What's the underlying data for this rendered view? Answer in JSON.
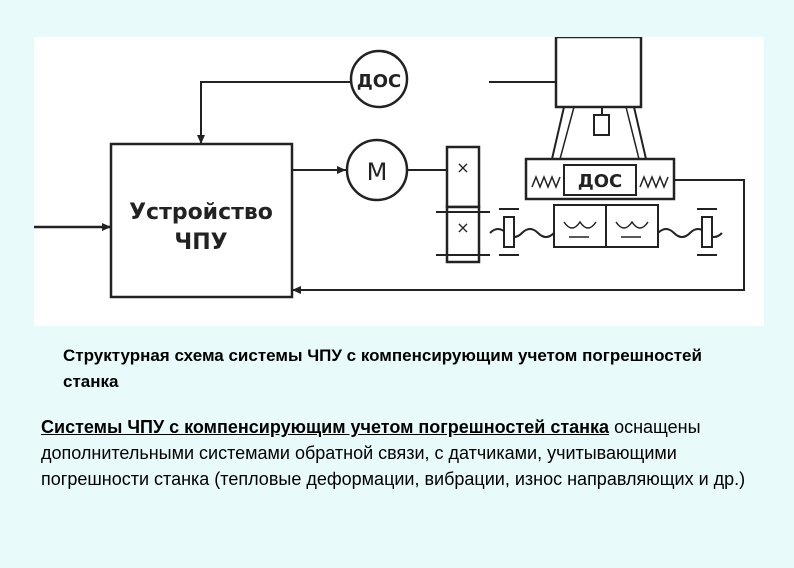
{
  "diagram": {
    "cnc_block_line1": "Устройство",
    "cnc_block_line2": "ЧПУ",
    "feedback_sensor_top": "ДОС",
    "motor": "М",
    "feedback_sensor_table": "ДОС",
    "gear_mark_top": "×",
    "gear_mark_bottom": "×"
  },
  "caption": "Структурная схема системы ЧПУ с компенсирующим учетом погрешностей станка",
  "description": {
    "term": "Системы ЧПУ с компенсирующим учетом погрешностей станка",
    "text": " оснащены дополнительными системами обратной связи, с датчиками, учитывающими погрешности станка (тепловые деформации, вибрации, износ направляющих и др.)"
  }
}
